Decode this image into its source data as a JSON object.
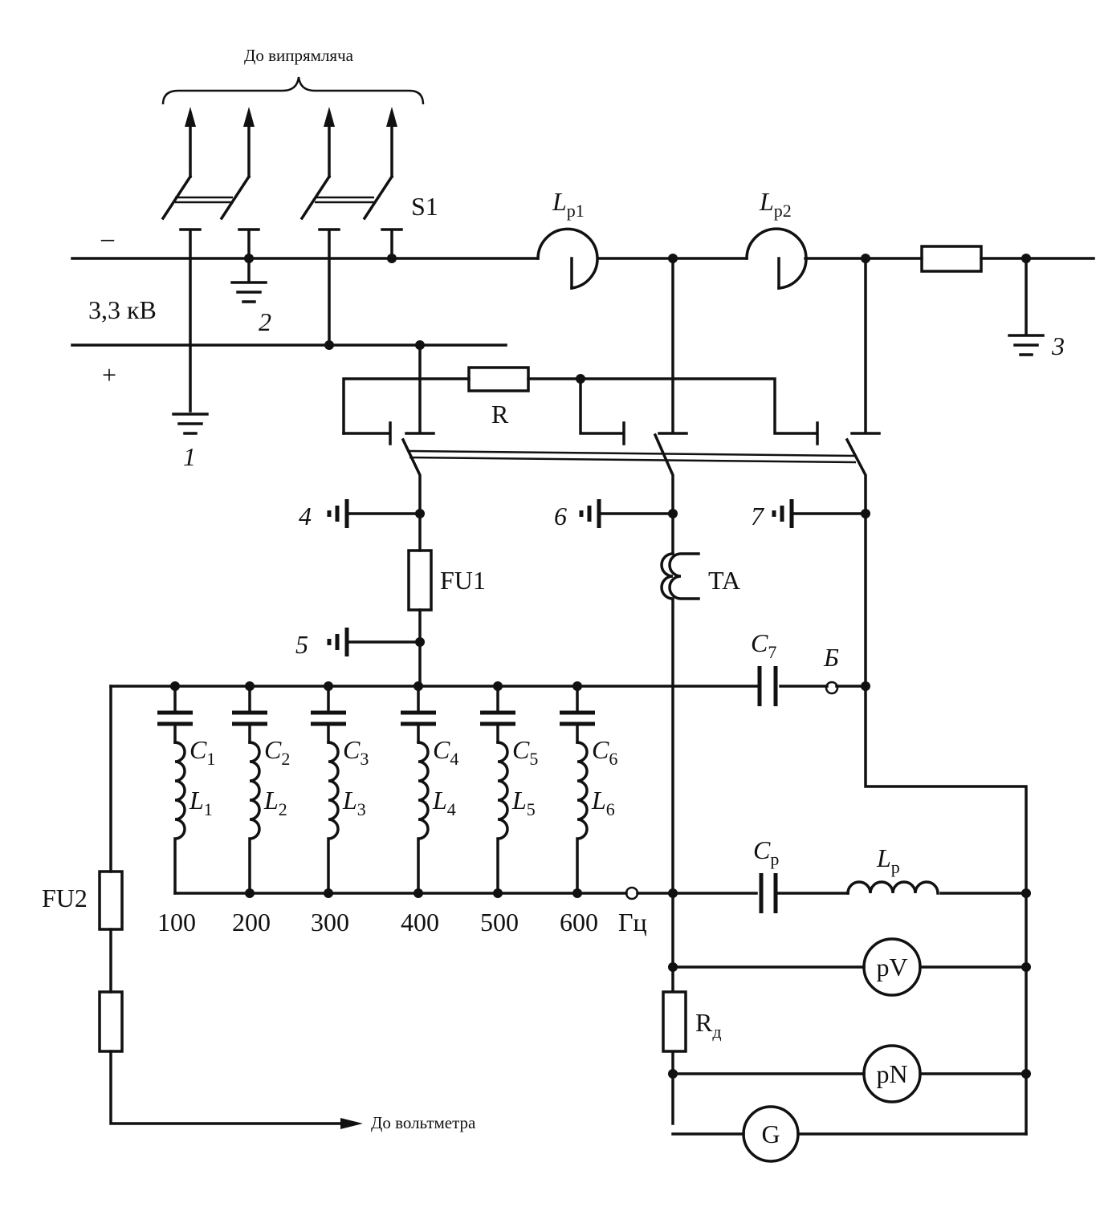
{
  "labels": {
    "to_rectifier": "До випрямляча",
    "to_voltmeter": "До вольтметра",
    "minus": "–",
    "plus": "+",
    "voltage": "3,3 кВ",
    "switch": "S1",
    "resistor_r": "R",
    "fuse1": "FU1",
    "fuse2": "FU2",
    "transformer": "TA",
    "node_b": "Б",
    "hz": "Гц",
    "rd_main": "R",
    "rd_sub": "д",
    "meter_pv": "pV",
    "meter_pn": "pN",
    "generator": "G"
  },
  "reactors": [
    {
      "main": "L",
      "sub": "р1"
    },
    {
      "main": "L",
      "sub": "р2"
    }
  ],
  "grounds": [
    "1",
    "2",
    "3",
    "4",
    "5",
    "6",
    "7"
  ],
  "filter_branches": [
    {
      "c": "C",
      "c_sub": "1",
      "l": "L",
      "l_sub": "1",
      "freq": "100"
    },
    {
      "c": "C",
      "c_sub": "2",
      "l": "L",
      "l_sub": "2",
      "freq": "200"
    },
    {
      "c": "C",
      "c_sub": "3",
      "l": "L",
      "l_sub": "3",
      "freq": "300"
    },
    {
      "c": "C",
      "c_sub": "4",
      "l": "L",
      "l_sub": "4",
      "freq": "400"
    },
    {
      "c": "C",
      "c_sub": "5",
      "l": "L",
      "l_sub": "5",
      "freq": "500"
    },
    {
      "c": "C",
      "c_sub": "6",
      "l": "L",
      "l_sub": "6",
      "freq": "600"
    }
  ],
  "c7": {
    "main": "C",
    "sub": "7"
  },
  "cp": {
    "main": "C",
    "sub": "р"
  },
  "lp": {
    "main": "L",
    "sub": "р"
  }
}
